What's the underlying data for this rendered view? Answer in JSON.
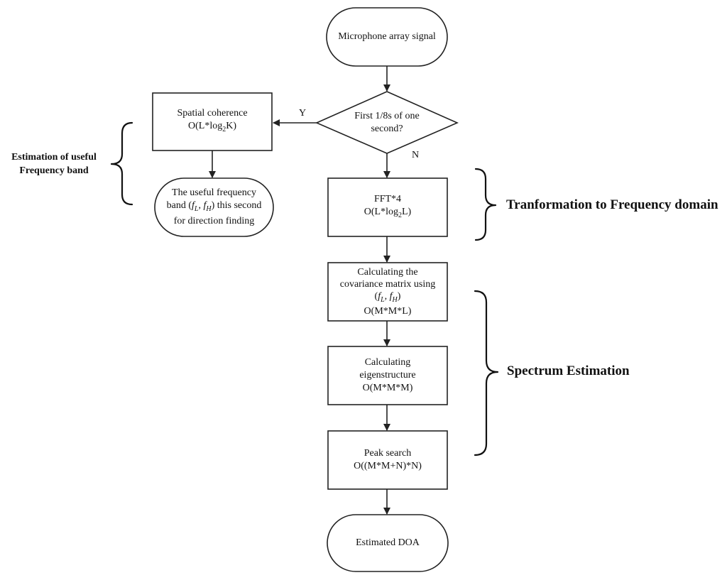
{
  "nodes": {
    "start": {
      "label": "Microphone array signal"
    },
    "decision": {
      "line1": "First 1/8s of one",
      "line2": "second?"
    },
    "spatial": {
      "line1": "Spatial coherence",
      "complexity_prefix": "O(L*log",
      "complexity_sub": "2",
      "complexity_suffix": "K)"
    },
    "useful_band": {
      "line1": "The useful frequency",
      "line2_pre": "band (",
      "fl": "f",
      "fl_sub": "L",
      "sep": ", ",
      "fh": "f",
      "fh_sub": "H",
      "line2_post": ") this second",
      "line3": "for direction finding"
    },
    "fft": {
      "line1": "FFT*4",
      "complexity_prefix": "O(L*log",
      "complexity_sub": "2",
      "complexity_suffix": "L)"
    },
    "covariance": {
      "line1": "Calculating the",
      "line2": "covariance matrix using",
      "open": "(",
      "fl": "f",
      "fl_sub": "L",
      "sep": ", ",
      "fh": "f",
      "fh_sub": "H",
      "close": ")",
      "complexity": "O(M*M*L)"
    },
    "eigen": {
      "line1": "Calculating",
      "line2": "eigenstructure",
      "complexity": "O(M*M*M)"
    },
    "peak": {
      "line1": "Peak search",
      "complexity": "O((M*M+N)*N)"
    },
    "end": {
      "label": "Estimated DOA"
    }
  },
  "edges": {
    "yes_label": "Y",
    "no_label": "N"
  },
  "groups": {
    "useful_band": {
      "line1": "Estimation of useful",
      "line2": "Frequency band"
    },
    "transform": {
      "label": "Tranformation to Frequency domain"
    },
    "spectrum": {
      "label": "Spectrum Estimation"
    }
  }
}
